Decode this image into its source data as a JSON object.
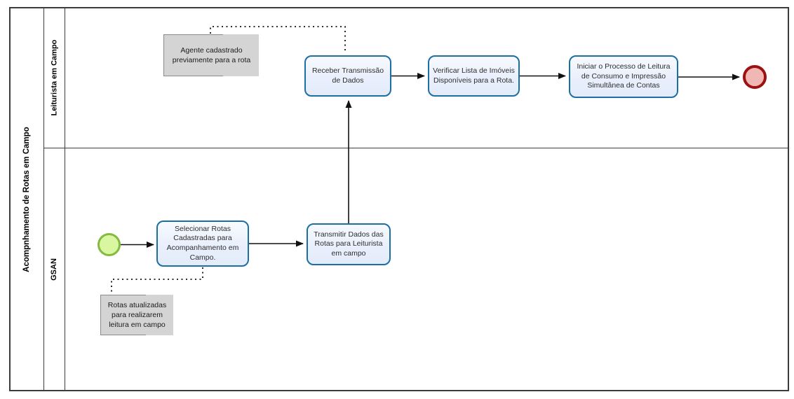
{
  "pool": {
    "title": "Acompnhamento de Rotas em Campo",
    "lanes": [
      {
        "label": "Leiturista em Campo"
      },
      {
        "label": "GSAN"
      }
    ]
  },
  "nodes": {
    "annotation_agente": {
      "text": "Agente cadastrado previamente para a rota"
    },
    "task_receber": {
      "label": "Receber Transmissão de Dados"
    },
    "task_verificar": {
      "label": "Verificar Lista de Imóveis Disponíveis para a Rota."
    },
    "task_iniciar": {
      "label": "Iniciar o Processo de Leitura de Consumo e Impressão Simultânea de Contas"
    },
    "event_end": {
      "type": "end-event"
    },
    "event_start": {
      "type": "start-event"
    },
    "task_selecionar": {
      "label": "Selecionar Rotas Cadastradas para Acompanhamento em Campo."
    },
    "task_transmitir": {
      "label": "Transmitir Dados das Rotas para Leiturista em campo"
    },
    "annotation_rotas": {
      "text": "Rotas atualizadas para realizarem leitura em campo"
    }
  },
  "flows": [
    {
      "from": "event_start",
      "to": "task_selecionar",
      "style": "sequence"
    },
    {
      "from": "task_selecionar",
      "to": "task_transmitir",
      "style": "sequence"
    },
    {
      "from": "task_transmitir",
      "to": "task_receber",
      "style": "sequence"
    },
    {
      "from": "task_receber",
      "to": "task_verificar",
      "style": "sequence"
    },
    {
      "from": "task_verificar",
      "to": "task_iniciar",
      "style": "sequence"
    },
    {
      "from": "task_iniciar",
      "to": "event_end",
      "style": "sequence"
    },
    {
      "from": "annotation_agente",
      "to": "task_receber",
      "style": "association-dotted"
    },
    {
      "from": "task_selecionar",
      "to": "annotation_rotas",
      "style": "association-dotted"
    }
  ],
  "colors": {
    "task_border": "#1c6fa3",
    "task_fill": "#e9effc",
    "start_border": "#84ba40",
    "start_fill": "#d9f7a1",
    "end_border": "#9c1111",
    "end_fill": "#f0b7b5",
    "annotation_fill": "#d4d4d4",
    "frame": "#3c3c3c",
    "connector": "#111111"
  }
}
